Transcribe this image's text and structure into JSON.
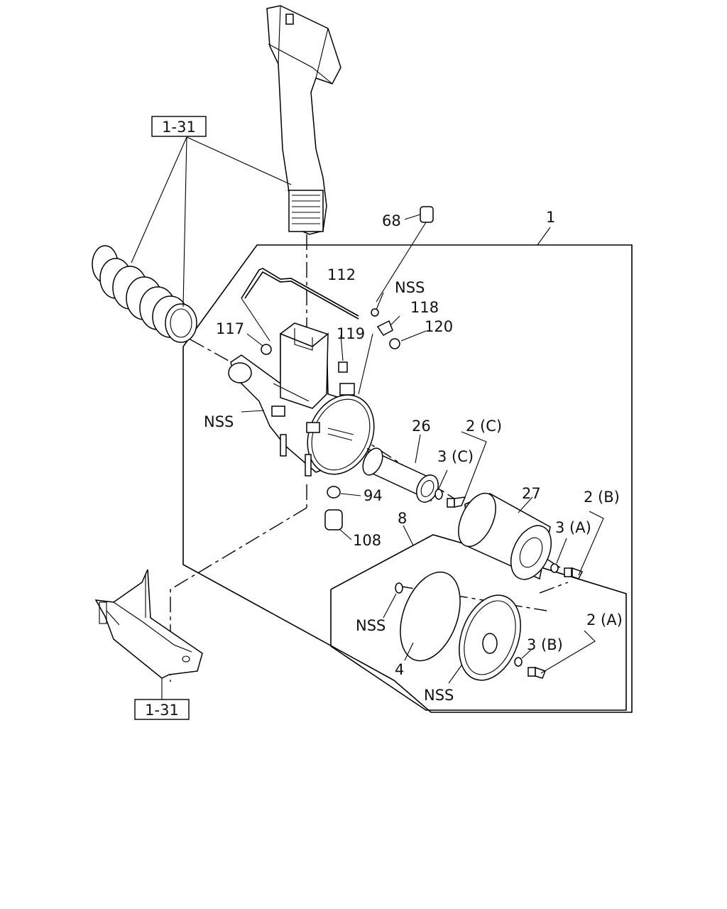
{
  "refs": {
    "ref_top": "1-31",
    "ref_bottom": "1-31"
  },
  "labels": {
    "l1": "1",
    "l68": "68",
    "l112": "112",
    "l_nss_top": "NSS",
    "l118": "118",
    "l120": "120",
    "l117": "117",
    "l119": "119",
    "l_nss_left": "NSS",
    "l26": "26",
    "l2c": "2 (C)",
    "l3c": "3 (C)",
    "l94": "94",
    "l27": "27",
    "l2b": "2 (B)",
    "l3a": "3 (A)",
    "l8": "8",
    "l108": "108",
    "l_nss_mid": "NSS",
    "l3b": "3 (B)",
    "l2a": "2 (A)",
    "l4": "4",
    "l_nss_bot": "NSS"
  }
}
